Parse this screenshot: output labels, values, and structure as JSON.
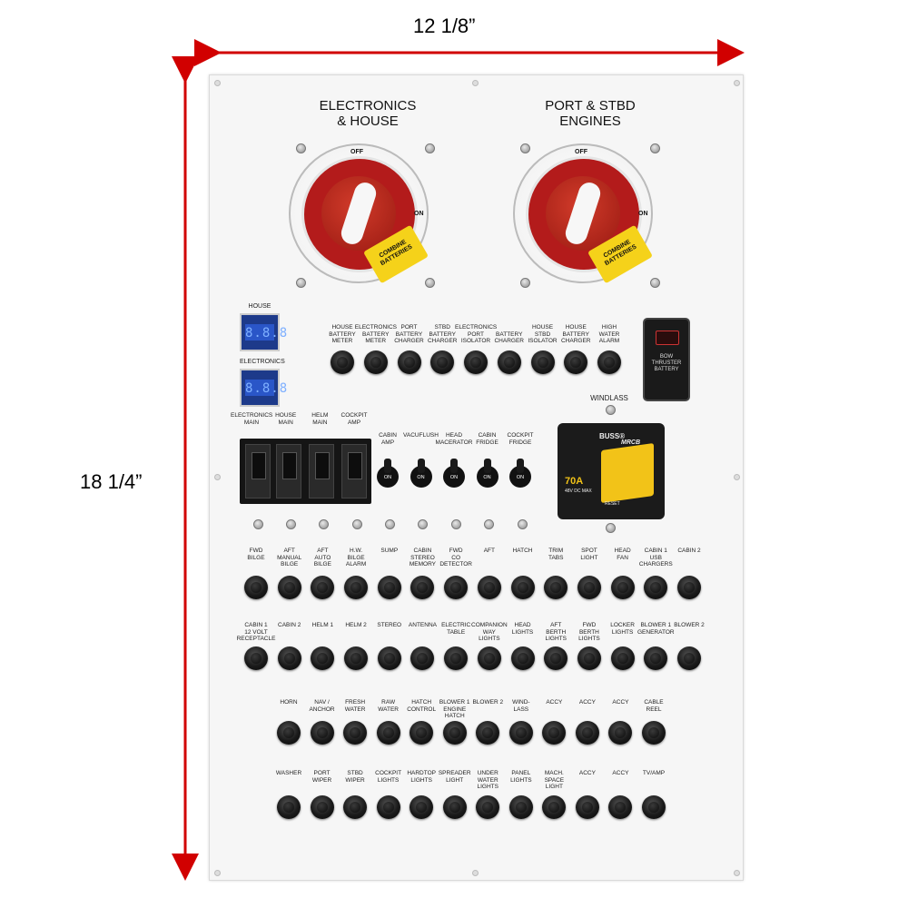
{
  "dimensions": {
    "width_label": "12 1/8”",
    "height_label": "18 1/4”",
    "arrow_color": "#d10000"
  },
  "panel": {
    "title_left": "ELECTRONICS\n& HOUSE",
    "title_right": "PORT & STBD\nENGINES",
    "battery_switch": {
      "off": "OFF",
      "on": "ON",
      "badge": "COMBINE\nBATTERIES"
    },
    "meters": {
      "house_label": "HOUSE",
      "electronics_label": "ELECTRONICS",
      "display": "8.8.8"
    },
    "row1_labels": [
      "HOUSE\nBATTERY\nMETER",
      "ELECTRONICS\nBATTERY\nMETER",
      "PORT\nBATTERY\nCHARGER",
      "STBD\nBATTERY\nCHARGER",
      "ELECTRONICS\nPORT\nISOLATOR",
      "\nBATTERY\nCHARGER",
      "HOUSE\nSTBD\nISOLATOR",
      "HOUSE\nBATTERY\nCHARGER",
      "HIGH\nWATER\nALARM"
    ],
    "rocker_label": "BOW\nTHRUSTER\nBATTERY",
    "windlass_label": "WINDLASS",
    "windlass_breaker": {
      "brand": "BUSS®",
      "model": "MRCB",
      "rating": "70A",
      "sub": "48V DC MAX",
      "reset": "RESET"
    },
    "main_breaker_labels": [
      "ELECTRONICS\nMAIN",
      "HOUSE\nMAIN",
      "HELM\nMAIN",
      "COCKPIT\nAMP"
    ],
    "toggle_labels": [
      "CABIN\nAMP",
      "VACUFLUSH",
      "HEAD\nMACERATOR",
      "CABIN\nFRIDGE",
      "COCKPIT\nFRIDGE"
    ],
    "toggle_on": "ON",
    "row3_labels": [
      "FWD\nBILGE",
      "AFT\nMANUAL\nBILGE",
      "AFT\nAUTO\nBILGE",
      "H.W.\nBILGE\nALARM",
      "SUMP",
      "CABIN\nSTEREO\nMEMORY",
      "FWD\nCO DETECTOR",
      "AFT\n",
      "HATCH",
      "TRIM\nTABS",
      "SPOT\nLIGHT",
      "HEAD\nFAN",
      "CABIN 1\nUSB CHARGERS",
      "CABIN 2\n"
    ],
    "row4_labels": [
      "CABIN 1\n12 VOLT RECEPTACLE",
      "CABIN 2\n",
      "HELM 1\n",
      "HELM 2\n",
      "STEREO",
      "ANTENNA",
      "ELECTRIC\nTABLE",
      "COMPANION\nWAY\nLIGHTS",
      "HEAD\nLIGHTS",
      "AFT\nBERTH\nLIGHTS",
      "FWD\nBERTH\nLIGHTS",
      "LOCKER\nLIGHTS",
      "BLOWER 1\nGENERATOR",
      "BLOWER 2\n"
    ],
    "row5_labels": [
      "HORN",
      "NAV /\nANCHOR",
      "FRESH\nWATER",
      "RAW\nWATER",
      "HATCH\nCONTROL",
      "BLOWER 1\nENGINE HATCH",
      "BLOWER 2\n",
      "WIND-\nLASS",
      "ACCY",
      "ACCY",
      "ACCY",
      "CABLE\nREEL"
    ],
    "row6_labels": [
      "WASHER",
      "PORT\nWIPER",
      "STBD\nWIPER",
      "COCKPIT\nLIGHTS",
      "HARDTOP\nLIGHTS",
      "SPREADER\nLIGHT",
      "UNDER\nWATER\nLIGHTS",
      "PANEL\nLIGHTS",
      "MACH.\nSPACE\nLIGHT",
      "ACCY",
      "ACCY",
      "TV/AMP"
    ]
  }
}
